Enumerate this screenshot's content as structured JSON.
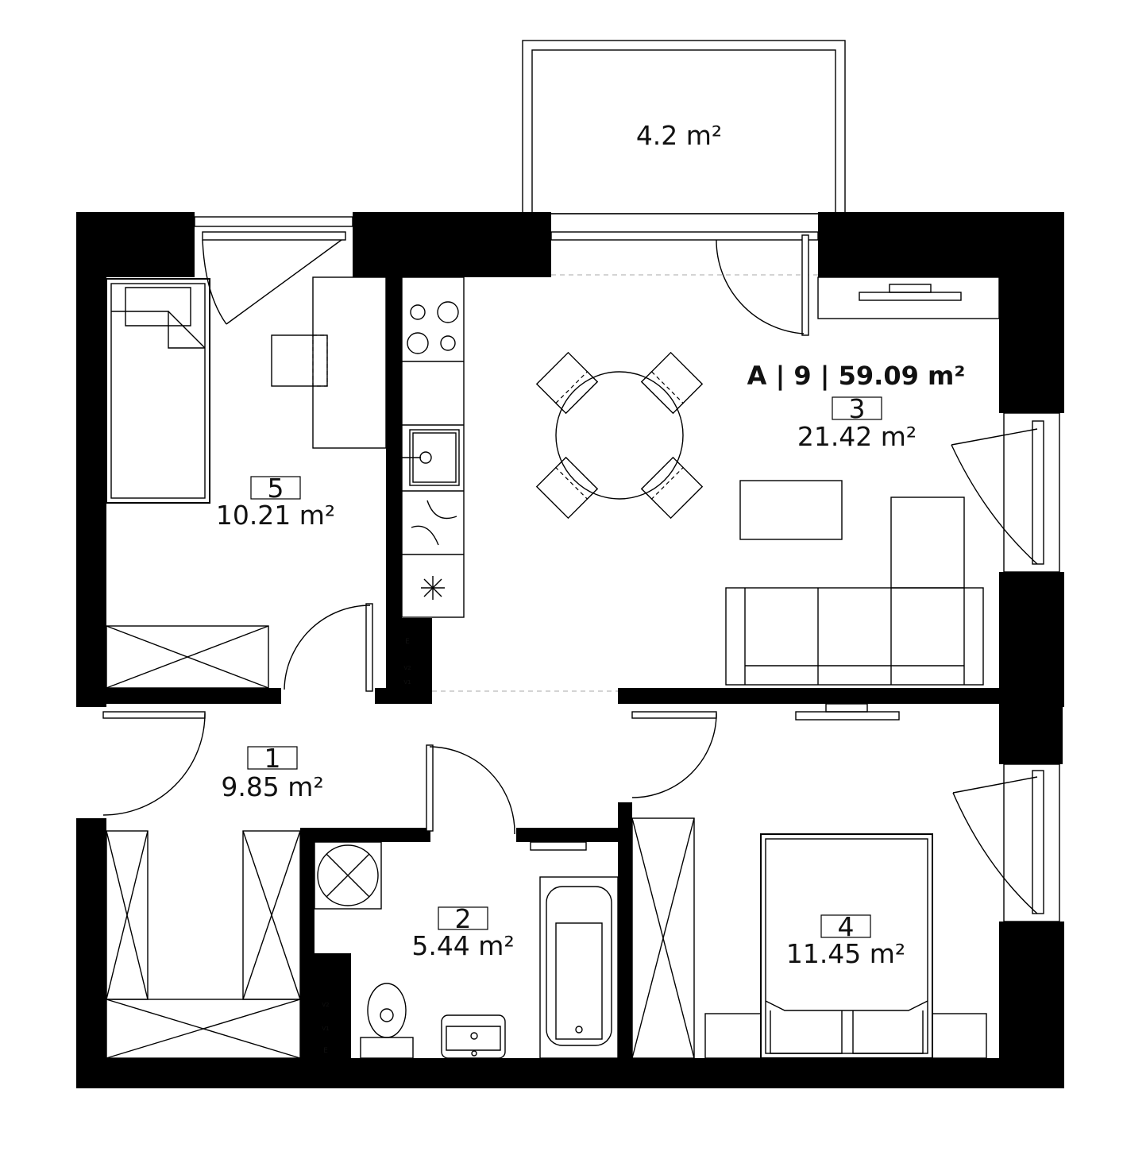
{
  "apartment": {
    "title": "A | 9 | 59.09 m²"
  },
  "balcony": {
    "area": "4.2 m²"
  },
  "rooms": [
    {
      "number": "1",
      "area": "9.85 m²"
    },
    {
      "number": "2",
      "area": "5.44 m²"
    },
    {
      "number": "3",
      "area": "21.42 m²"
    },
    {
      "number": "4",
      "area": "11.45 m²"
    },
    {
      "number": "5",
      "area": "10.21 m²"
    }
  ],
  "meter_labels": {
    "e": "E",
    "v1": "V1",
    "v2": "V2"
  },
  "colors": {
    "wall": "#000000",
    "background": "#ffffff",
    "line": "#000000"
  }
}
